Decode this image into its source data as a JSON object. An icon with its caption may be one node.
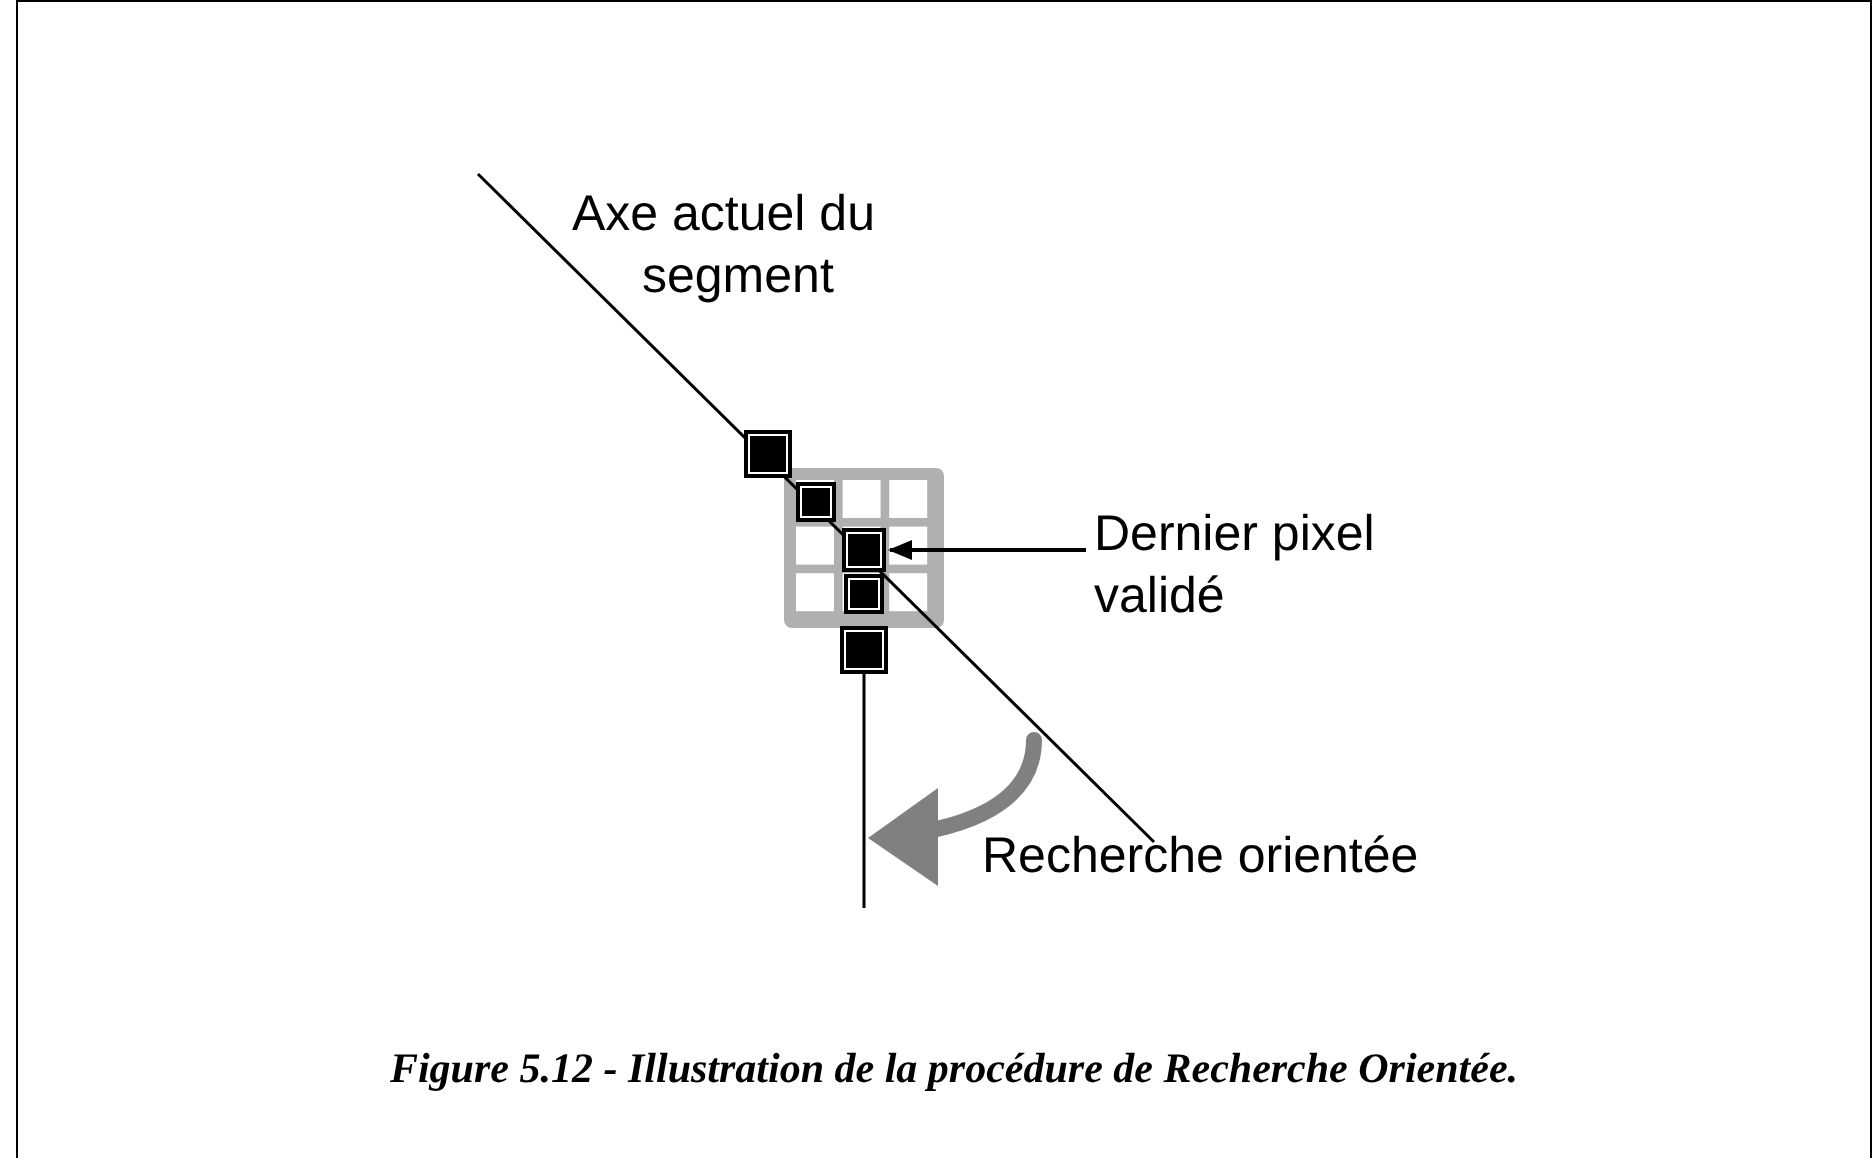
{
  "diagram": {
    "caption": "Figure 5.12 - Illustration de la procédure de Recherche Orientée.",
    "nodes": [
      {
        "text": [
          "Axe actuel du segment"
        ]
      },
      {
        "text": [
          "Dernier pixel validé"
        ]
      },
      {
        "text": [
          "Recherche orientée"
        ]
      },
      {
        "text": [],
        "shape": "box"
      }
    ],
    "edges": [
      {
        "from": 1,
        "to": 3,
        "arrow": "to"
      }
    ]
  }
}
